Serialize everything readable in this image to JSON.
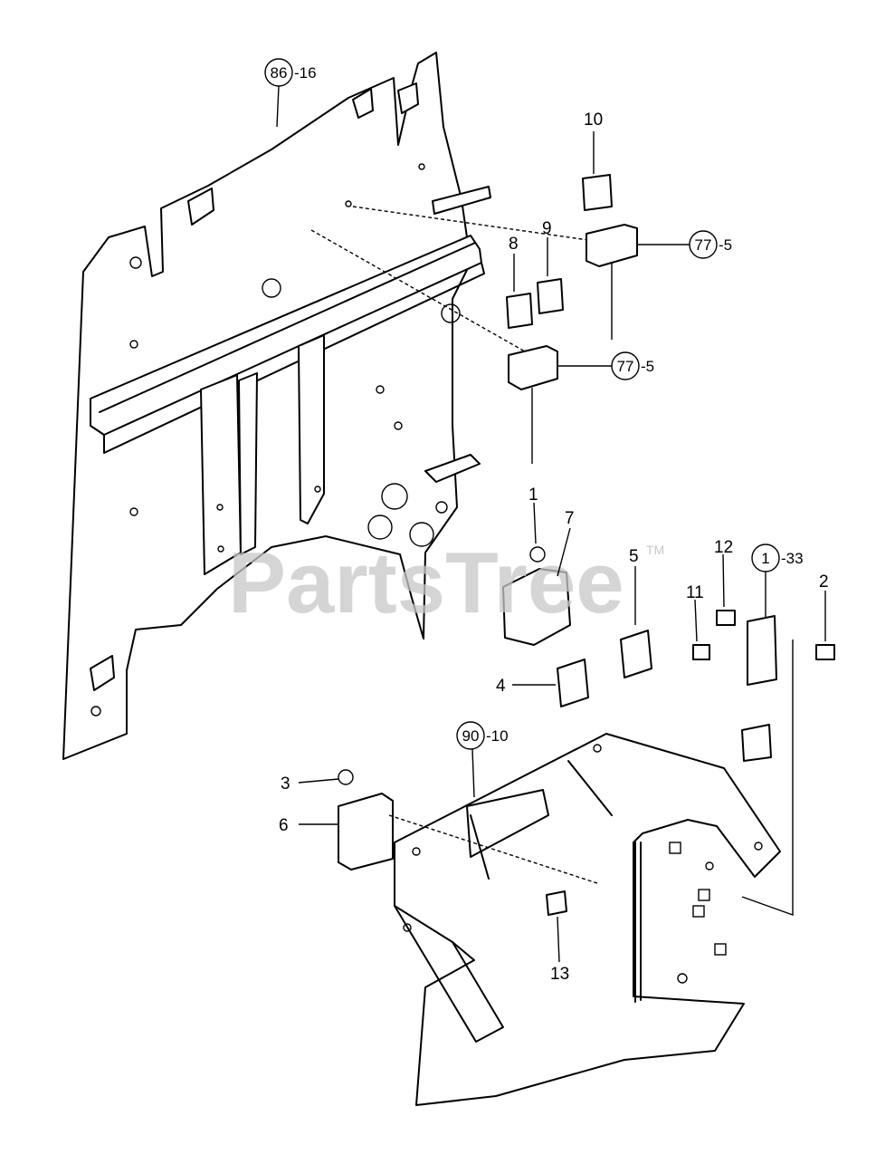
{
  "diagram": {
    "watermark": "PartsTree",
    "trademark": "TM",
    "labels": {
      "p1": "1",
      "p2": "2",
      "p3": "3",
      "p4": "4",
      "p5": "5",
      "p6": "6",
      "p7": "7",
      "p8": "8",
      "p9": "9",
      "p10": "10",
      "p11": "11",
      "p12": "12",
      "p13": "13"
    },
    "refs": [
      {
        "circle": "86",
        "suffix": "-16"
      },
      {
        "circle": "77",
        "suffix": "-5"
      },
      {
        "circle": "77",
        "suffix": "-5"
      },
      {
        "circle": "1",
        "suffix": "-33"
      },
      {
        "circle": "90",
        "suffix": "-10"
      }
    ]
  }
}
